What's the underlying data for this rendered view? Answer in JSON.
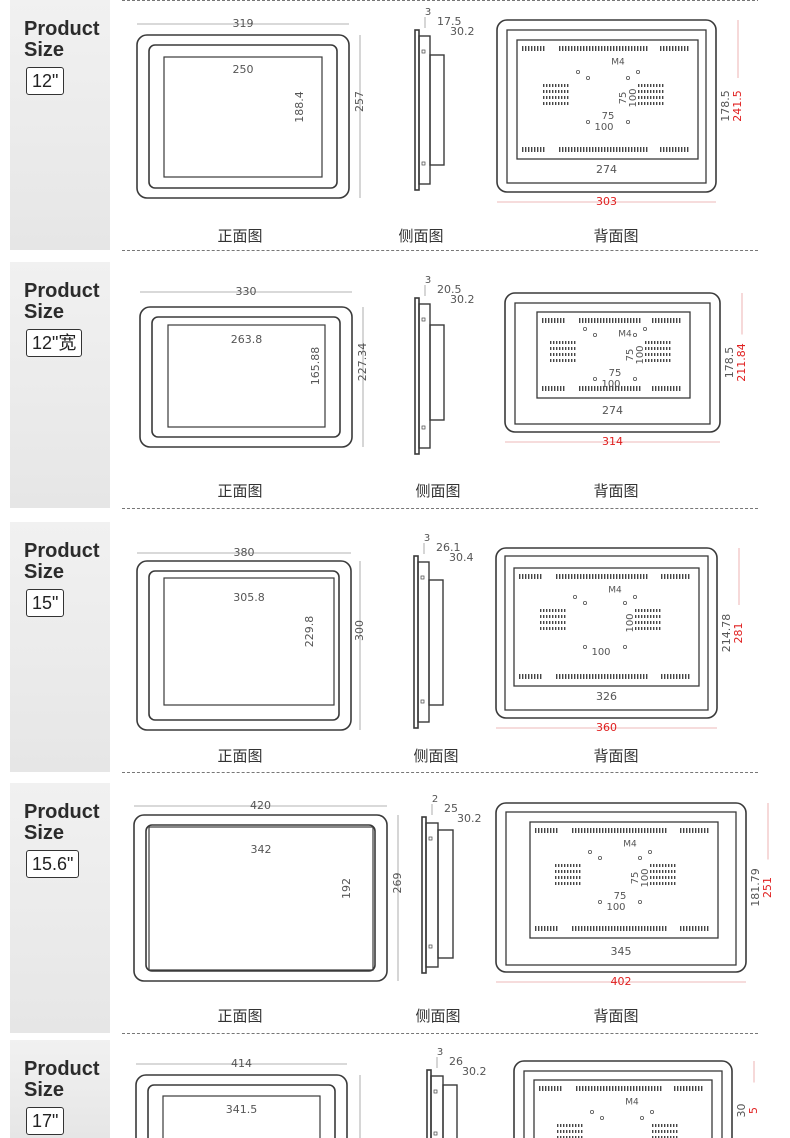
{
  "sections": [
    {
      "title1": "Product",
      "title2": "Size",
      "size": "12\"",
      "front": {
        "outer_w": "319",
        "inner_w": "250",
        "inner_h": "188.4",
        "outer_h": "257"
      },
      "side": {
        "a": "3",
        "b": "17.5",
        "c": "30.2"
      },
      "back": {
        "screw": "M4",
        "vesa_h1": "75",
        "vesa_h2": "100",
        "vesa_v1": "75",
        "vesa_v2": "100",
        "inner_w": "274",
        "outer_w": "303",
        "inner_h": "178.5",
        "outer_h": "241.5"
      },
      "captions": {
        "front": "正面图",
        "side": "侧面图",
        "back": "背面图"
      }
    },
    {
      "title1": "Product",
      "title2": "Size",
      "size": "12\"宽",
      "front": {
        "outer_w": "330",
        "inner_w": "263.8",
        "inner_h": "165.88",
        "outer_h": "227.34"
      },
      "side": {
        "a": "3",
        "b": "20.5",
        "c": "30.2"
      },
      "back": {
        "screw": "M4",
        "vesa_h1": "75",
        "vesa_h2": "100",
        "vesa_v1": "75",
        "vesa_v2": "100",
        "inner_w": "274",
        "outer_w": "314",
        "inner_h": "178.5",
        "outer_h": "211.84"
      },
      "captions": {
        "front": "正面图",
        "side": "侧面图",
        "back": "背面图"
      }
    },
    {
      "title1": "Product",
      "title2": "Size",
      "size": "15\"",
      "front": {
        "outer_w": "380",
        "inner_w": "305.8",
        "inner_h": "229.8",
        "outer_h": "300"
      },
      "side": {
        "a": "3",
        "b": "26.1",
        "c": "30.4"
      },
      "back": {
        "screw": "M4",
        "vesa_h1": "",
        "vesa_h2": "100",
        "vesa_v1": "",
        "vesa_v2": "100",
        "inner_w": "326",
        "outer_w": "360",
        "inner_h": "214.78",
        "outer_h": "281"
      },
      "captions": {
        "front": "正面图",
        "side": "侧面图",
        "back": "背面图"
      }
    },
    {
      "title1": "Product",
      "title2": "Size",
      "size": "15.6\"",
      "front": {
        "outer_w": "420",
        "inner_w": "342",
        "inner_h": "192",
        "outer_h": "269"
      },
      "side": {
        "a": "2",
        "b": "25",
        "c": "30.2"
      },
      "back": {
        "screw": "M4",
        "vesa_h1": "75",
        "vesa_h2": "100",
        "vesa_v1": "75",
        "vesa_v2": "100",
        "inner_w": "345",
        "outer_w": "402",
        "inner_h": "181.79",
        "outer_h": "251"
      },
      "captions": {
        "front": "正面图",
        "side": "侧面图",
        "back": "背面图"
      }
    },
    {
      "title1": "Product",
      "title2": "Size",
      "size": "17\"",
      "front": {
        "outer_w": "414",
        "inner_w": "341.5",
        "inner_h": "",
        "outer_h": ""
      },
      "side": {
        "a": "3",
        "b": "26",
        "c": "30.2"
      },
      "back": {
        "screw": "M4",
        "vesa_h1": "",
        "vesa_h2": "",
        "vesa_v1": "",
        "vesa_v2": "",
        "inner_w": "",
        "outer_w": "",
        "inner_h": "30",
        "outer_h": "5"
      },
      "captions": {
        "front": "",
        "side": "",
        "back": ""
      }
    }
  ],
  "colors": {
    "line": "#3a3a3a",
    "dim": "#555555",
    "accent": "#e02020"
  }
}
